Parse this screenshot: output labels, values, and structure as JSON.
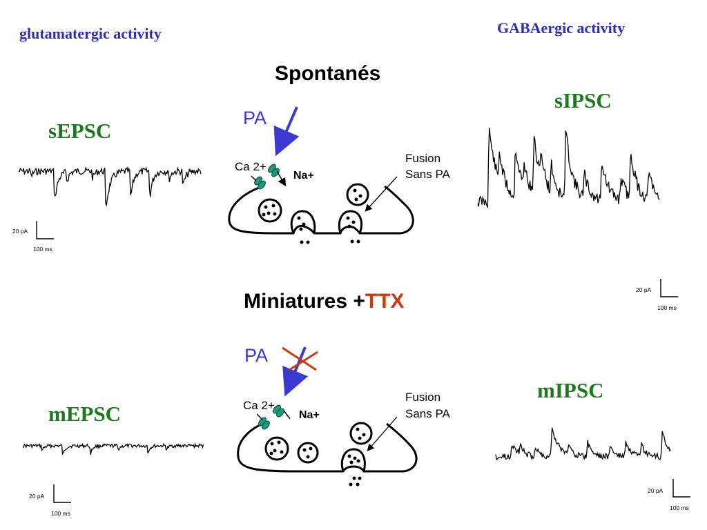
{
  "headers": {
    "left": "glutamatergic activity",
    "right": "GABAergic activity"
  },
  "sections": {
    "spontaneous": "Spontanés",
    "miniature_prefix": "Miniatures +",
    "miniature_drug": "TTX"
  },
  "trace_labels": {
    "sepsc": "sEPSC",
    "sipsc": "sIPSC",
    "mepsc": "mEPSC",
    "mipsc": "mIPSC"
  },
  "diagram": {
    "pa_label": "PA",
    "ca_label": "Ca 2+",
    "na_label": "Na+",
    "fusion_line1": "Fusion",
    "fusion_line2": "Sans PA"
  },
  "scale_bars": {
    "current": "20 pA",
    "time": "100 ms"
  },
  "colors": {
    "header_blue": "#2a2dbd",
    "trace_label_green": "#1c7a1c",
    "pa_blue": "#3a3ad0",
    "ttx_red": "#cc3a10",
    "channel_teal": "#1a9a7a"
  }
}
